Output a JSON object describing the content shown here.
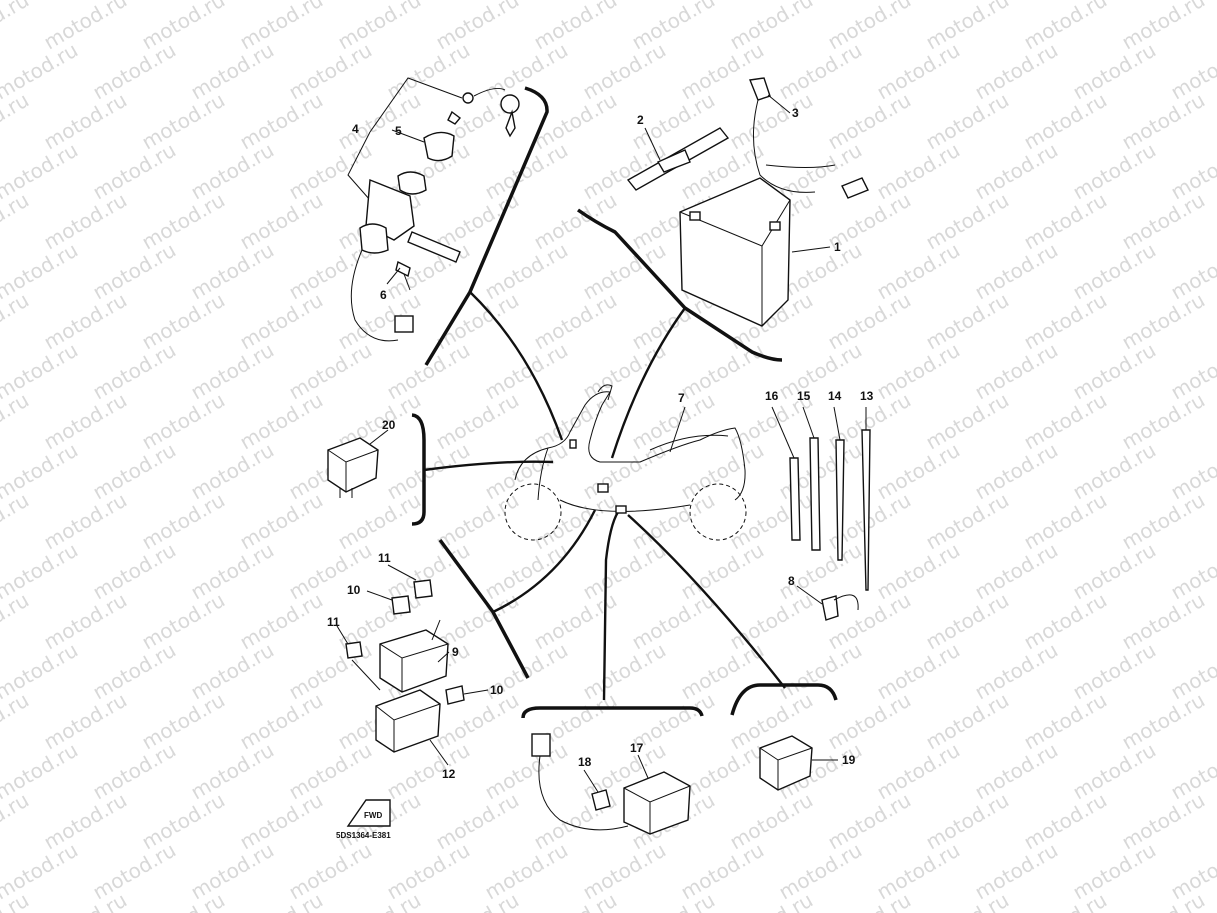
{
  "watermark": {
    "text": "motod.ru"
  },
  "diagram": {
    "drawing_code": "5DS1364-E381",
    "callouts": [
      "1",
      "2",
      "3",
      "4",
      "5",
      "6",
      "7",
      "8",
      "9",
      "10",
      "11",
      "12",
      "13",
      "14",
      "15",
      "16",
      "17",
      "18",
      "19",
      "20"
    ],
    "fwd_sign": "FWD"
  }
}
